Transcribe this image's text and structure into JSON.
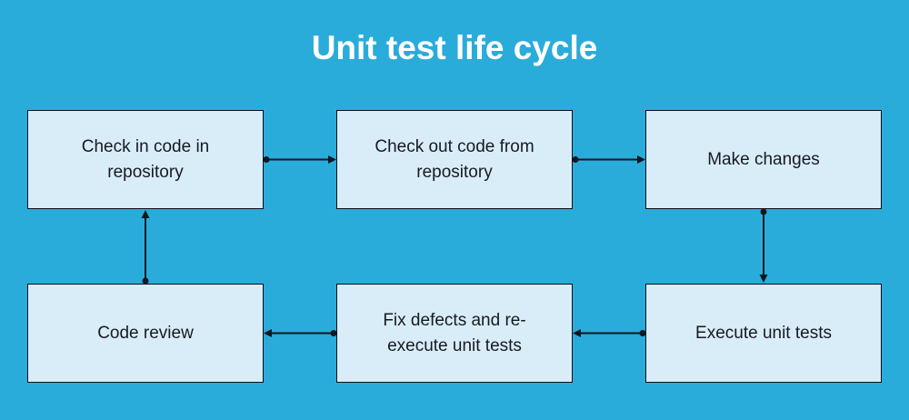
{
  "title": "Unit test life cycle",
  "colors": {
    "background": "#2AACDB",
    "node_fill": "#D8EDF8",
    "node_border": "#0E0E16",
    "node_text": "#191922",
    "title_text": "#FFFFFF",
    "connector": "#101820"
  },
  "diagram": {
    "nodes": [
      {
        "id": "check-in-code",
        "label": "Check in code in repository"
      },
      {
        "id": "check-out-code",
        "label": "Check out code from repository"
      },
      {
        "id": "make-changes",
        "label": "Make changes"
      },
      {
        "id": "code-review",
        "label": "Code review"
      },
      {
        "id": "fix-defects",
        "label": "Fix defects and re-execute unit tests"
      },
      {
        "id": "execute-tests",
        "label": "Execute unit tests"
      }
    ],
    "edges": [
      {
        "from": "check-in-code",
        "to": "check-out-code",
        "direction": "right"
      },
      {
        "from": "check-out-code",
        "to": "make-changes",
        "direction": "right"
      },
      {
        "from": "make-changes",
        "to": "execute-tests",
        "direction": "down"
      },
      {
        "from": "execute-tests",
        "to": "fix-defects",
        "direction": "left"
      },
      {
        "from": "fix-defects",
        "to": "code-review",
        "direction": "left"
      },
      {
        "from": "code-review",
        "to": "check-in-code",
        "direction": "up"
      }
    ]
  }
}
